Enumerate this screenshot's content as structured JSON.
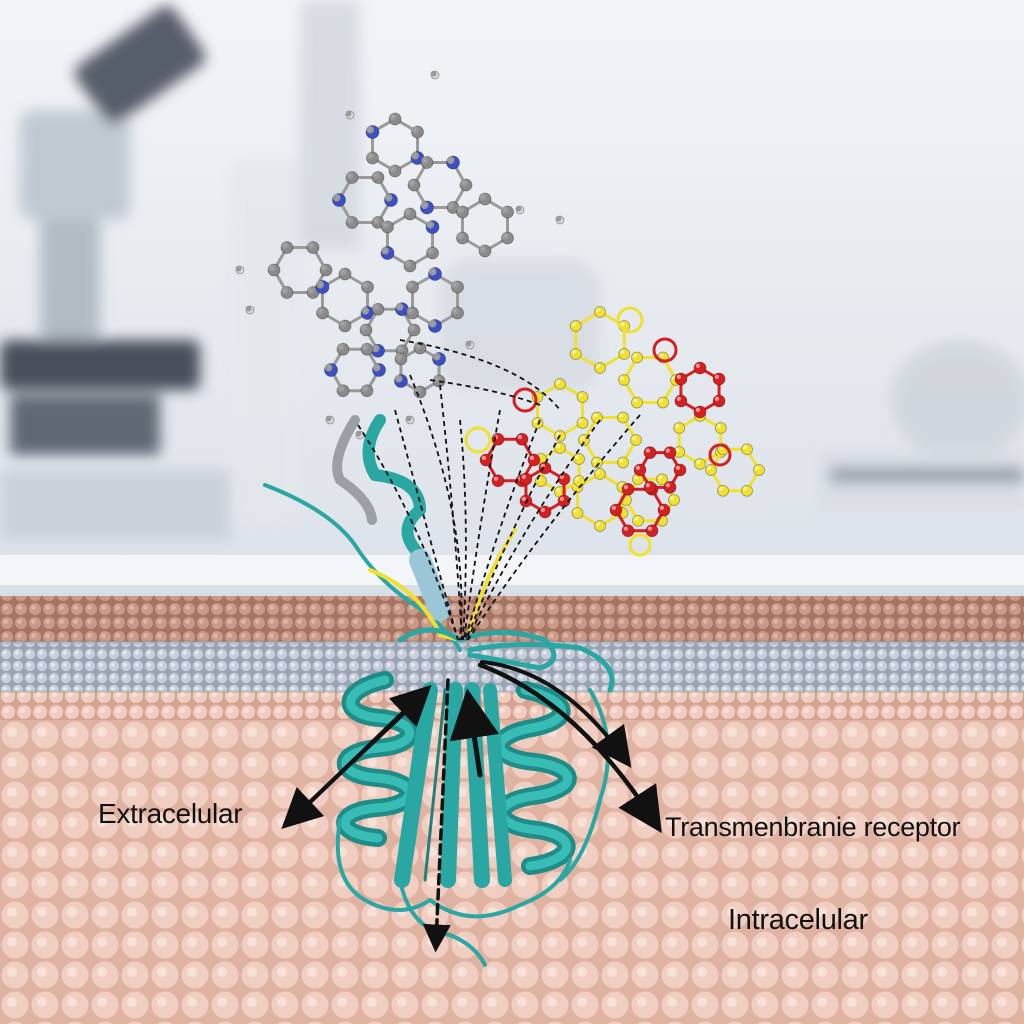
{
  "labels": {
    "extracellular": "Extracelular",
    "receptor": "Transmenbranie receptor",
    "intracellular": "Intracelular"
  },
  "colors": {
    "background": "#e9edf1",
    "membrane_top": "#b98877",
    "membrane_mid": "#c9cfd9",
    "cytoplasm": "#e9c2b3",
    "protein": "#2aa7a3",
    "ligand_carbon": "#8a8a8a",
    "ligand_nitrogen": "#3d4fc4",
    "ligand_oxygen": "#d42020",
    "ligand_sulfur": "#f0e030",
    "arrow": "#111111"
  },
  "icons": [
    "microscope-background",
    "ligand-molecule",
    "receptor-protein",
    "cell-membrane"
  ]
}
